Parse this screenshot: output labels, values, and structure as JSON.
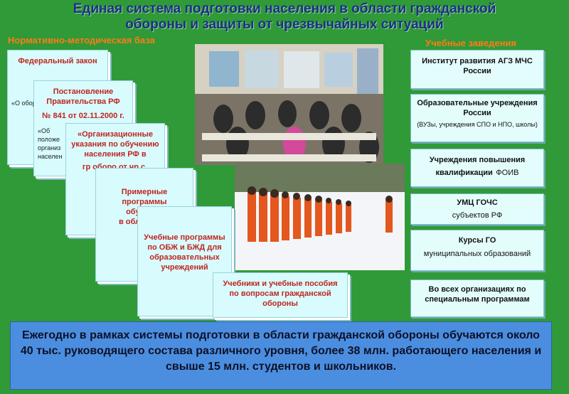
{
  "title": {
    "line1": "Единая система подготовки населения в области гражданской",
    "line2": "обороны и защиты от чрезвычайных ситуаций"
  },
  "labels": {
    "left": "Нормативно-методическая база",
    "right": "Учебные заведения"
  },
  "cards": [
    {
      "header": "Федеральный закон",
      "body": "«О оборо"
    },
    {
      "header": "Постановление Правительства РФ",
      "sub": "№ 841 от 02.11.2000 г.",
      "body": "«Об положе организ населен"
    },
    {
      "header": "«Организационные указания по обучению населения РФ в",
      "body": "гр оборо от чр с"
    },
    {
      "header": "Примерные программы обучения",
      "body": "в обла защит"
    },
    {
      "header": "Учебные программы по ОБЖ и БЖД для образовательных учреждений"
    },
    {
      "header": "Учебники и учебные пособия по вопросам гражданской обороны"
    }
  ],
  "institutions": [
    {
      "title": "Институт развития АГЗ МЧС России"
    },
    {
      "title": "Образовательные учреждения России",
      "sub": "(ВУЗы, учреждения СПО и НПО, школы)"
    },
    {
      "title": "Учреждения повышения квалификации",
      "sub": "ФОИВ"
    },
    {
      "title": "УМЦ ГОЧС",
      "sub": "субъектов РФ"
    },
    {
      "title": "Курсы ГО",
      "sub": "муниципальных образований"
    },
    {
      "title": "Во всех организациях по специальным программам"
    }
  ],
  "bottom": {
    "text": "Ежегодно в рамках системы подготовки в области гражданской обороны обучаются около 40 тыс. руководящего состава различного уровня, более 38 млн. работающего населения и свыше 15 млн. студентов и школьников."
  },
  "colors": {
    "background": "#2f9a37",
    "title": "#1b2f8a",
    "section_label": "#ff7a1a",
    "card_header": "#c0251f",
    "card_bg": "#d8fbfd",
    "bottom_bg": "#4b8ee0"
  }
}
